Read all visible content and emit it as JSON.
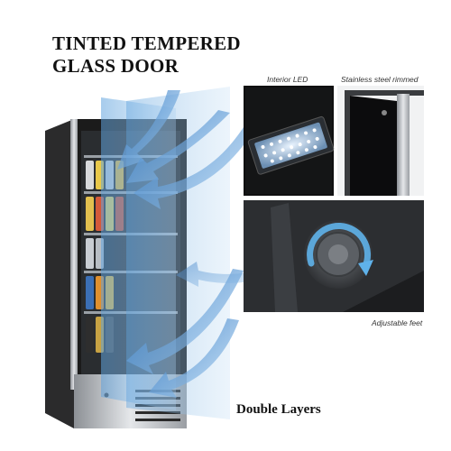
{
  "heading": {
    "line1": "TINTED TEMPERED",
    "line2": "GLASS DOOR"
  },
  "insets": {
    "led_label": "Interior LED",
    "steel_label": "Stainless steel rimmed",
    "feet_label": "Adjustable feet"
  },
  "footer_caption": "Double Layers",
  "colors": {
    "glass_blue": "#7fb6e6",
    "arrow_blue": "#3f86cf",
    "cabinet_black": "#1b1b1b",
    "steel": "#b9bcc0"
  },
  "icons": [
    "led-panel-icon",
    "rotate-arrow-icon",
    "vent-grille-icon"
  ]
}
